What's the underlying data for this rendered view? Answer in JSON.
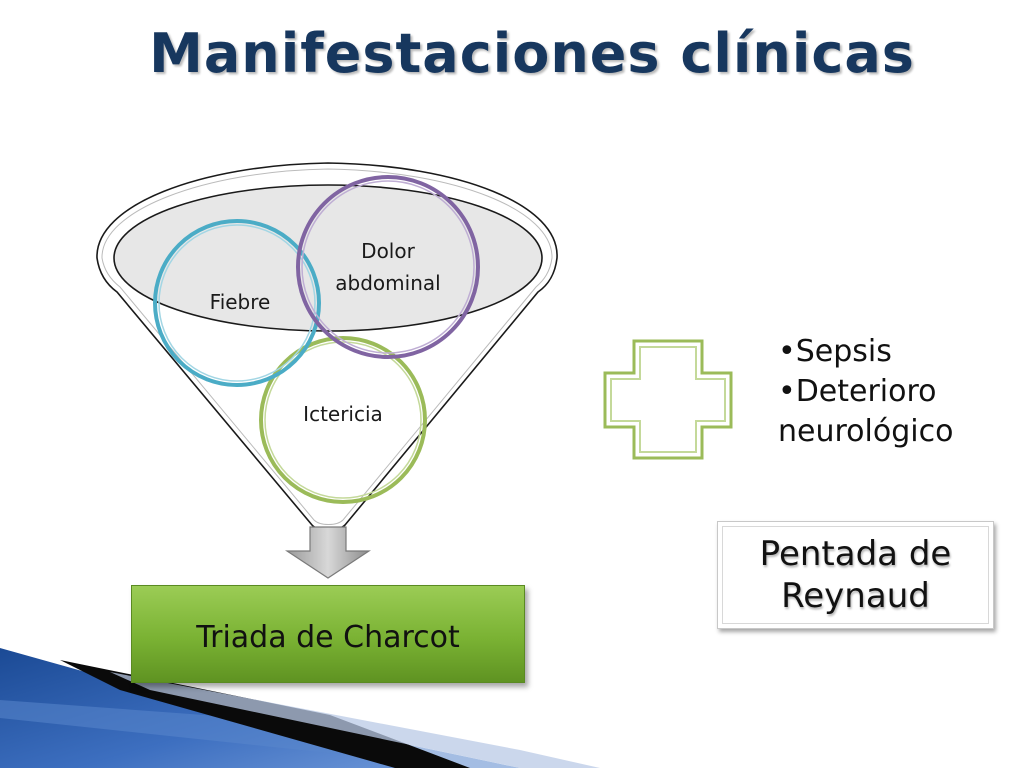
{
  "slide": {
    "title": "Manifestaciones clínicas"
  },
  "funnel": {
    "circles": [
      {
        "label": "Fiebre",
        "color": "#4bacc6"
      },
      {
        "label": "Dolor abdominal",
        "label_lines": [
          "Dolor",
          "abdominal"
        ],
        "color": "#8064a2"
      },
      {
        "label": "Ictericia",
        "color": "#9bbb59"
      }
    ],
    "result": "Triada de Charcot",
    "result_color": "#7ab233"
  },
  "plus_sign": {
    "color": "#9bbb59"
  },
  "additional": {
    "items": [
      "•Sepsis",
      "•Deterioro",
      "neurológico"
    ]
  },
  "pentada": {
    "label_lines": [
      "Pentada de",
      "Reynaud"
    ]
  },
  "colors": {
    "title": "#17375e",
    "accent_blue": "#1f4e9a"
  }
}
